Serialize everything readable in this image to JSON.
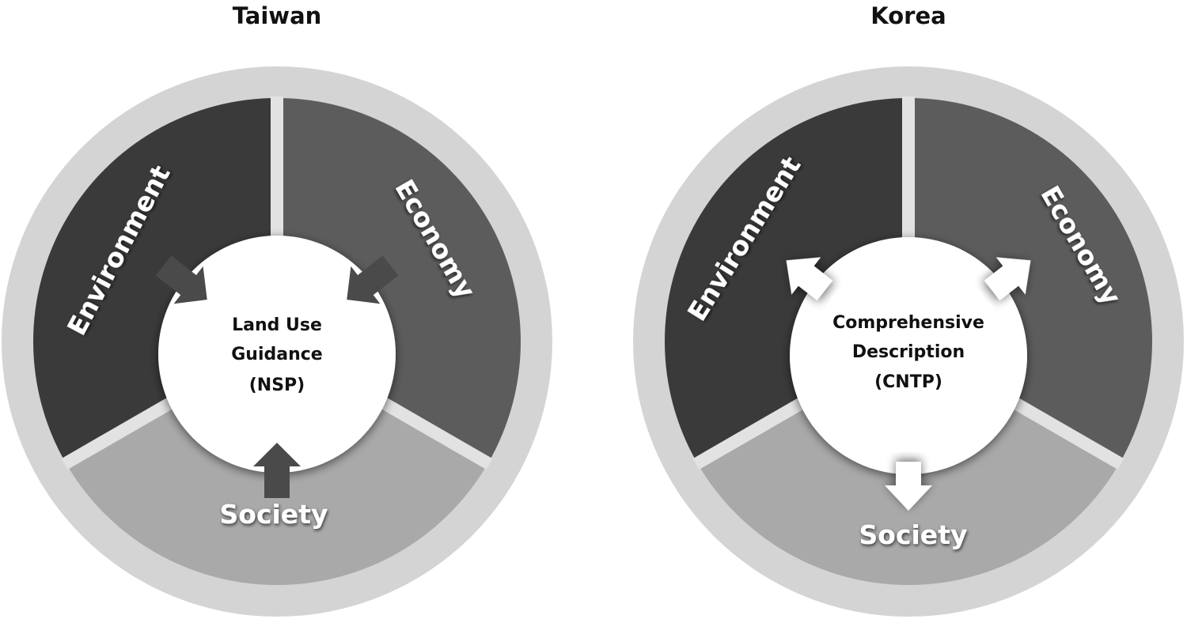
{
  "diagrams": [
    {
      "title": "Taiwan",
      "segments": {
        "environment": "Environment",
        "economy": "Economy",
        "society": "Society"
      },
      "center": [
        "Land Use",
        "Guidance",
        "(NSP)"
      ],
      "arrow_direction": "inward"
    },
    {
      "title": "Korea",
      "segments": {
        "environment": "Environment",
        "economy": "Economy",
        "society": "Society"
      },
      "center": [
        "Comprehensive",
        "Description",
        "(CNTP)"
      ],
      "arrow_direction": "outward"
    }
  ],
  "colors": {
    "outer_ring": "#d4d4d4",
    "environment": "#3a3a3a",
    "economy": "#5c5c5c",
    "society": "#a9a9a9",
    "separator": "#e2e2e2",
    "center": "#ffffff",
    "arrow_inward": "#4a4a4a",
    "arrow_outward": "#ffffff"
  }
}
